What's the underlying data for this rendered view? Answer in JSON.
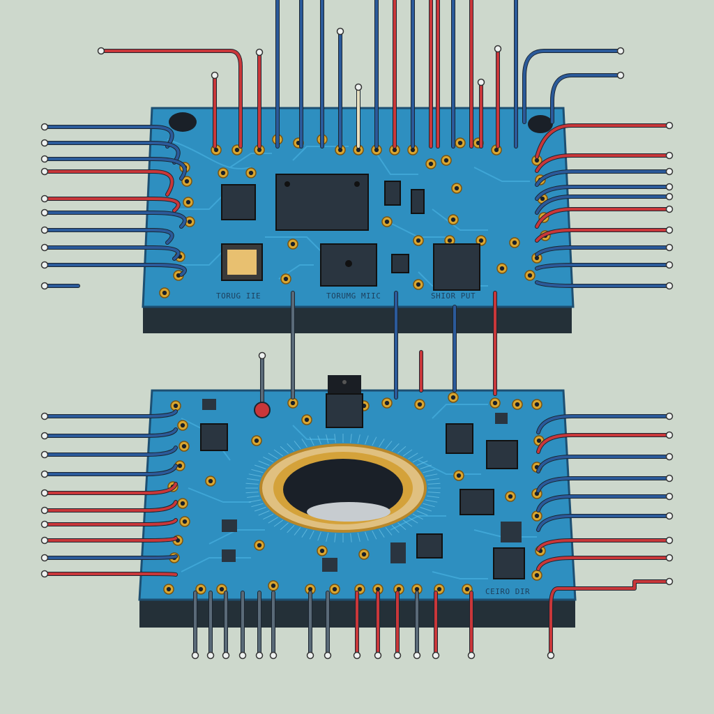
{
  "scene": {
    "subject": "two circuit boards connected by wires",
    "colors": {
      "background": "#cdd8cc",
      "board": "#2e8fc0",
      "board_dark": "#1f6f9c",
      "board_edge": "#243038",
      "trace": "#3fa6d6",
      "pad_gold": "#d9a630",
      "wire_red": "#c9373a",
      "wire_blue": "#2b5a9a",
      "chip": "#2a3540",
      "ring_gold": "#d4a23a"
    }
  },
  "boards": {
    "top": {
      "labels": [
        "TORUG IIE",
        "TORUMG MIIC",
        "SHIOR PUT"
      ]
    },
    "bottom": {
      "labels": [
        "CEIRO DIR"
      ]
    }
  }
}
